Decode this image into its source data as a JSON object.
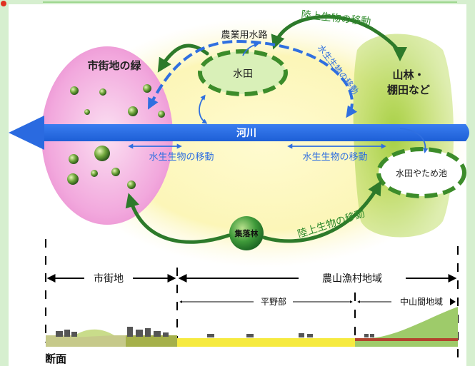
{
  "diagram": {
    "areas": {
      "urban_green": "市街地の緑",
      "forest": "山林・\n棚田など",
      "forest_line1": "山林・",
      "forest_line2": "棚田など"
    },
    "nodes": {
      "paddy": "水田",
      "paddy_pond": "水田やため池",
      "village_forest": "集落林"
    },
    "river": "河川",
    "labels": {
      "agri_channel": "農業用水路",
      "land_move_top": "陸上生物の移動",
      "water_move_diag": "水生生物の移動",
      "water_move_left": "水生生物の移動",
      "water_move_right": "水生生物の移動",
      "land_move_bottom": "陸上生物の移動"
    },
    "zones": {
      "urban": "市街地",
      "rural": "農山漁村地域",
      "plain": "平野部",
      "mountain": "中山間地域"
    },
    "cross_section": "断面"
  }
}
